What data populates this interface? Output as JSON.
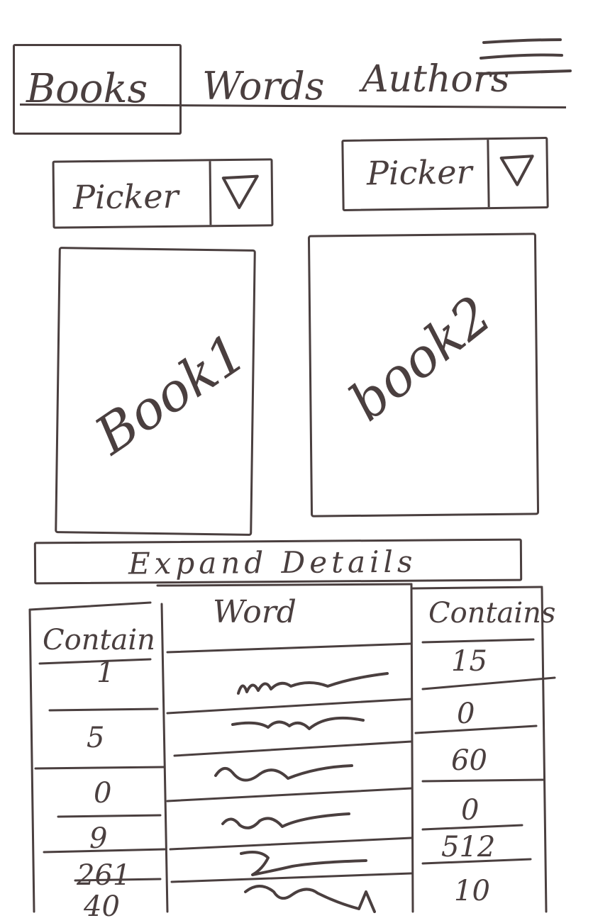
{
  "nav": {
    "tabs": [
      {
        "label": "Books",
        "active": true
      },
      {
        "label": "Words",
        "active": false
      },
      {
        "label": "Authors",
        "active": false
      }
    ],
    "menu_icon": "hamburger-menu-icon"
  },
  "pickers": [
    {
      "label": "Picker",
      "icon": "dropdown-triangle-icon"
    },
    {
      "label": "Picker",
      "icon": "dropdown-triangle-icon"
    }
  ],
  "books": [
    {
      "label": "Book1"
    },
    {
      "label": "book2"
    }
  ],
  "expand": {
    "label": "Expand Details"
  },
  "table": {
    "headers": [
      "Contain",
      "Word",
      "Contains"
    ],
    "rows": [
      {
        "left": "1",
        "right": "15"
      },
      {
        "left": "5",
        "right": "0"
      },
      {
        "left": "0",
        "right": "60"
      },
      {
        "left": "9",
        "right": "0"
      },
      {
        "left": "261",
        "right": "512"
      },
      {
        "left": "40",
        "right": "10"
      }
    ]
  },
  "colors": {
    "ink": "#4a3f3f",
    "paper": "#ffffff"
  }
}
